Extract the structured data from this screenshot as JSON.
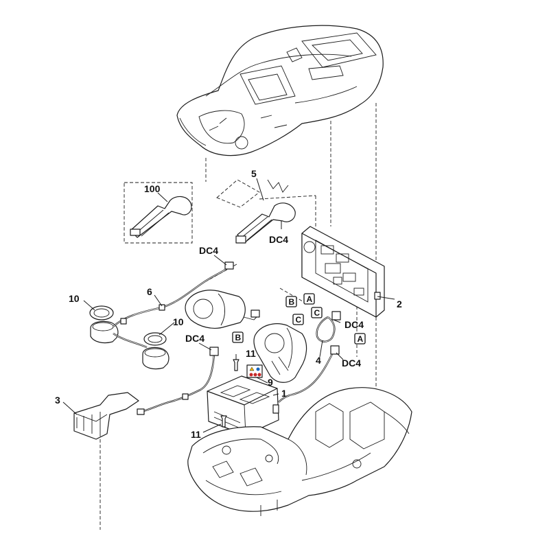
{
  "callouts": {
    "c100": "100",
    "c5": "5",
    "dc4_harness": "DC4",
    "dc4_upper": "DC4",
    "c10_a": "10",
    "c6": "6",
    "c10_b": "10",
    "dc4_left": "DC4",
    "c2": "2",
    "dc4_right_a": "DC4",
    "c4": "4",
    "dc4_right_b": "DC4",
    "c11_top": "11",
    "c9": "9",
    "c1": "1",
    "c3": "3",
    "c11_bottom": "11"
  },
  "connector_boxes": {
    "b_upper": "B",
    "a_upper": "A",
    "c_upper": "C",
    "c_lower": "C",
    "b_lower": "B",
    "a_lower": "A"
  }
}
